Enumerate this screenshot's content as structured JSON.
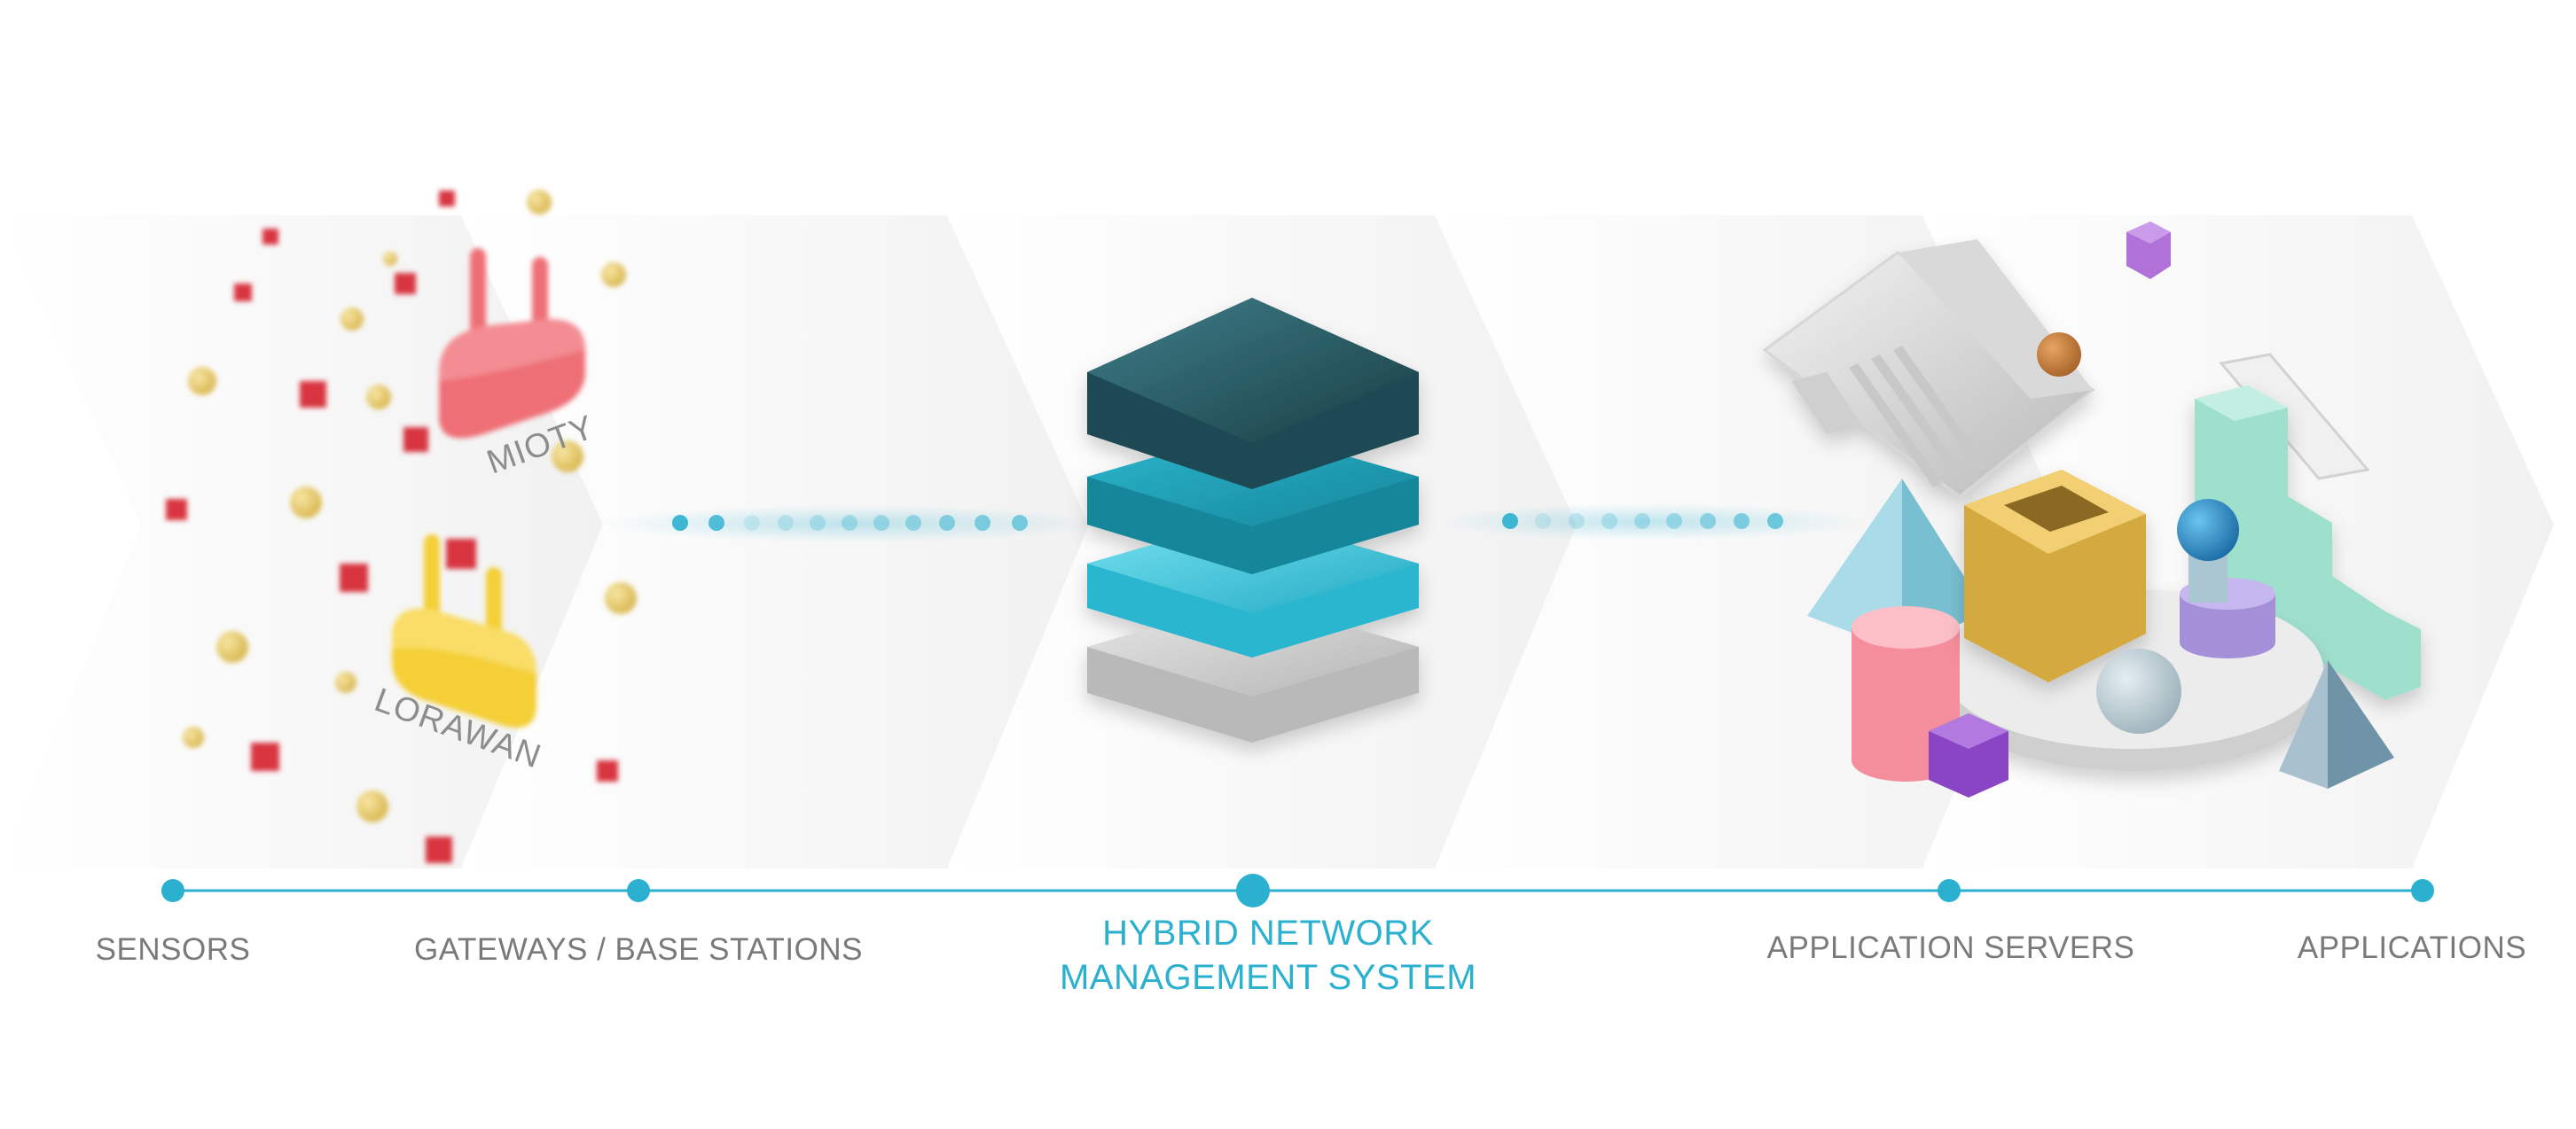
{
  "colors": {
    "accent": "#2bb0cf",
    "label": "#7a7a7a",
    "chevron": "#f3f3f3",
    "gateway_mioty": "#ee6f76",
    "gateway_lorawan": "#f4cf36",
    "sensor_cube": "#d8353f",
    "sensor_sphere": "#e9cf6e",
    "stack_dark": "#2a5e68",
    "stack_mid": "#1e9fb6",
    "stack_light": "#4fd0e6",
    "stack_grey": "#cfcfcf"
  },
  "gateways": {
    "mioty": "MIOTY",
    "lorawan": "LORAWAN"
  },
  "pipeline": {
    "stages": [
      {
        "id": "sensors",
        "label": "SENSORS",
        "highlight": false
      },
      {
        "id": "gateways",
        "label": "GATEWAYS / BASE STATIONS",
        "highlight": false
      },
      {
        "id": "hnms",
        "label_line1": "HYBRID NETWORK",
        "label_line2": "MANAGEMENT SYSTEM",
        "highlight": true
      },
      {
        "id": "app-servers",
        "label": "APPLICATION SERVERS",
        "highlight": false
      },
      {
        "id": "applications",
        "label": "APPLICATIONS",
        "highlight": false
      }
    ]
  },
  "icons": {
    "sensors": [
      "cube-icon",
      "sphere-icon"
    ],
    "gateways": [
      "router-icon"
    ],
    "hnms": [
      "server-stack-icon"
    ],
    "app_servers": [
      "laptop-icon",
      "phone-icon",
      "pyramid-icon",
      "box-icon",
      "cylinder-icon",
      "hexagon-icon"
    ]
  }
}
